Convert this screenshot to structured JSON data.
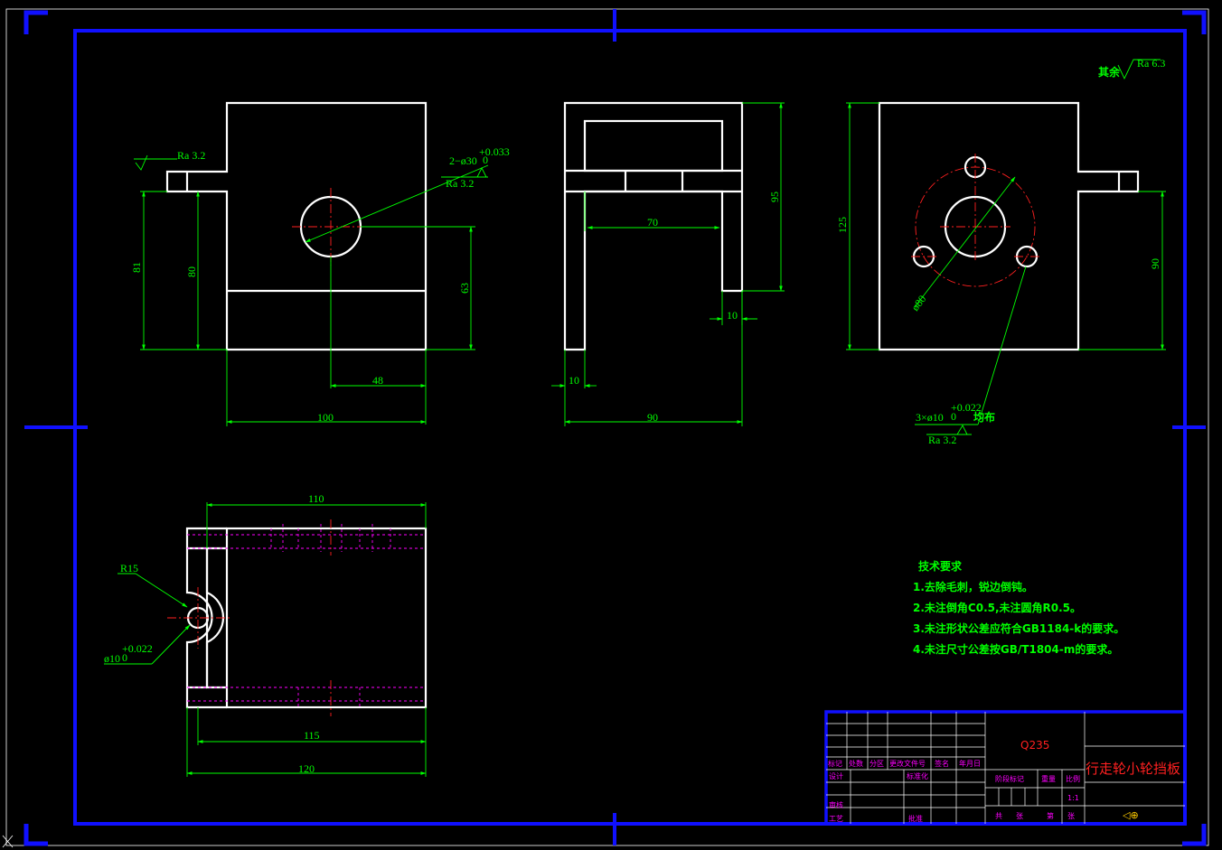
{
  "colors": {
    "background": "#000000",
    "frame": "#1010ff",
    "outline": "#ffffff",
    "dimension": "#00ff00",
    "centerline": "#ff2020",
    "hidden": "#ff00ff"
  },
  "surface_roughness": {
    "default_prefix": "其余",
    "default_value": "Ra 6.3",
    "front_left": "Ra 3.2",
    "hole_30": "Ra 3.2",
    "holes_10": "Ra 3.2"
  },
  "front_view": {
    "dims": {
      "d81": "81",
      "d80": "80",
      "d63": "63",
      "d48": "48",
      "d100": "100"
    },
    "hole_label": "2−ø30",
    "hole_tol_upper": "+0.033",
    "hole_tol_lower": "0"
  },
  "side_view": {
    "dims": {
      "d95": "95",
      "d70": "70",
      "d10a": "10",
      "d10b": "10",
      "d90": "90"
    }
  },
  "right_view": {
    "dims": {
      "d125": "125",
      "d90": "90"
    },
    "pcd_label": "ø80",
    "hole_label": "3×ø10",
    "hole_tol_upper": "+0.022",
    "hole_tol_lower": "0",
    "hole_note": "均布"
  },
  "top_view": {
    "dims": {
      "d110": "110",
      "d115": "115",
      "d120": "120"
    },
    "radius_label": "R15",
    "hole_label": "ø10",
    "hole_tol_upper": "+0.022",
    "hole_tol_lower": "0"
  },
  "tech_requirements": {
    "title": "技术要求",
    "items": [
      "1.去除毛刺，锐边倒钝。",
      "2.未注倒角C0.5,未注圆角R0.5。",
      "3.未注形状公差应符合GB1184-k的要求。",
      "4.未注尺寸公差按GB/T1804-m的要求。"
    ]
  },
  "title_block": {
    "material": "Q235",
    "part_name": "行走轮小轮挡板",
    "revision_headers": [
      "标记",
      "处数",
      "分区",
      "更改文件号",
      "签名",
      "年月日"
    ],
    "design": "设计",
    "standardization": "标准化",
    "review": "审核",
    "process": "工艺",
    "approve": "批准",
    "stage_mark": "阶段标记",
    "weight": "重量",
    "scale_label": "比例",
    "scale_value": "1:1",
    "total": "共",
    "sheets": "张",
    "sheet_no": "第",
    "sheet_suffix": "张",
    "projection_symbol": "◁⊕"
  }
}
